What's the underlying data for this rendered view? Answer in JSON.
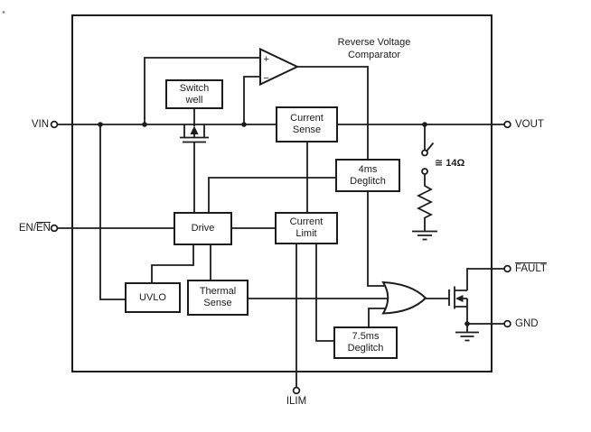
{
  "figure": {
    "colors": {
      "ink": "#1c1c1c",
      "background": "#ffffff"
    },
    "pins": {
      "vin": "VIN",
      "en_prefix": "EN/",
      "en_overline": "EN",
      "vout": "VOUT",
      "fault": "FAULT",
      "gnd": "GND",
      "ilim": "ILIM"
    },
    "blocks": {
      "switch_well": {
        "line1": "Switch",
        "line2": "well"
      },
      "current_sense": {
        "line1": "Current",
        "line2": "Sense"
      },
      "deglitch_4ms": {
        "line1": "4ms",
        "line2": "Deglitch"
      },
      "drive": {
        "line1": "Drive"
      },
      "current_limit": {
        "line1": "Current",
        "line2": "Limit"
      },
      "uvlo": {
        "line1": "UVLO"
      },
      "thermal_sense": {
        "line1": "Thermal",
        "line2": "Sense"
      },
      "deglitch_7_5ms": {
        "line1": "7.5ms",
        "line2": "Deglitch"
      }
    },
    "annotations": {
      "comparator_line1": "Reverse Voltage",
      "comparator_line2": "Comparator",
      "comparator_plus": "+",
      "comparator_minus": "−",
      "discharge_resistor": "≅ 14Ω"
    }
  }
}
